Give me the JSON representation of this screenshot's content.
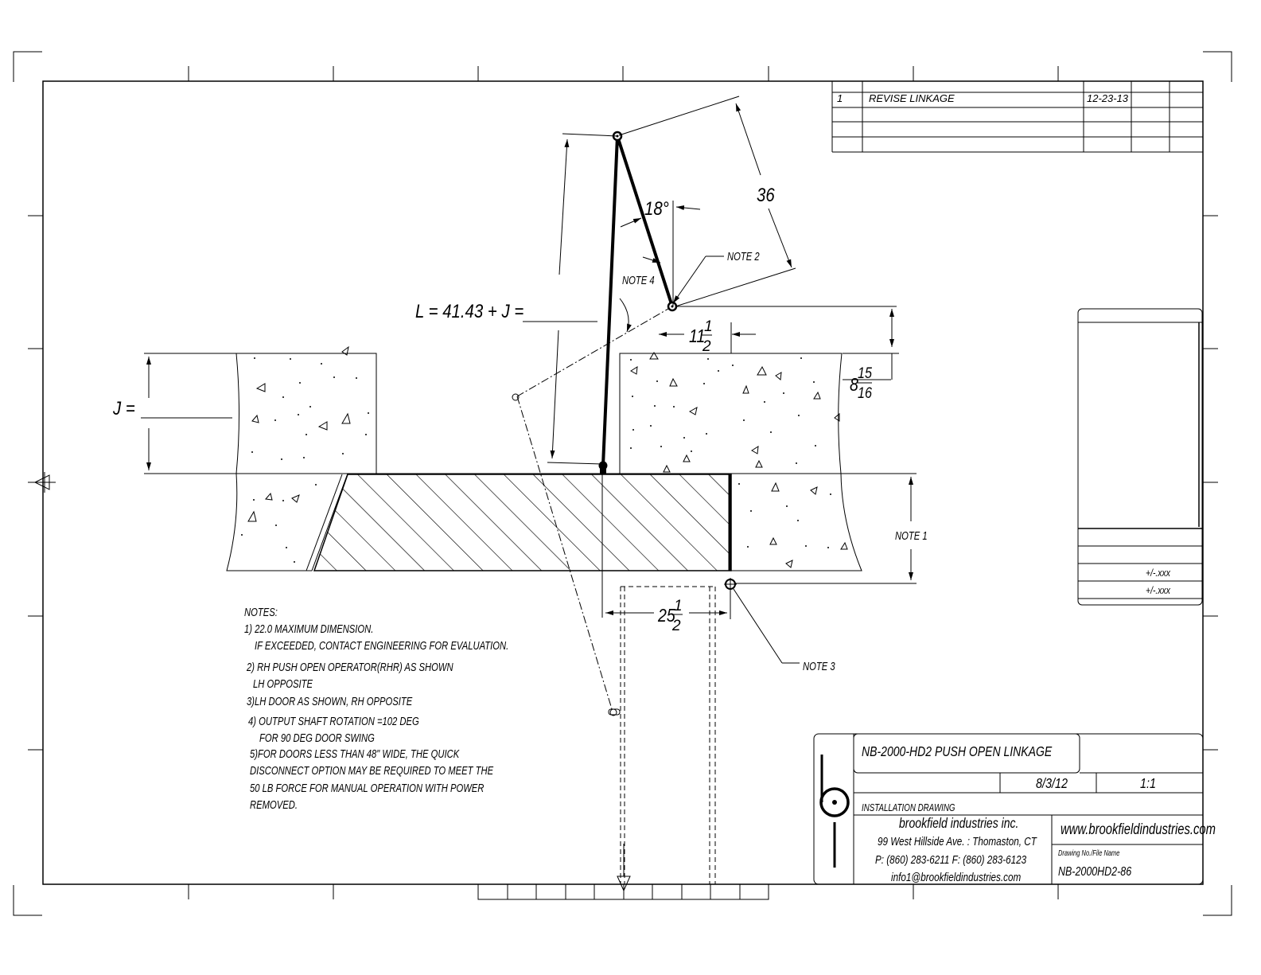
{
  "revision_block": {
    "rows": [
      {
        "rev": "1",
        "description": "REVISE LINKAGE",
        "date": "12-23-13"
      }
    ]
  },
  "dimensions": {
    "angle": "18°",
    "arm_length": "36",
    "link_formula": "L = 41.43 + J =",
    "j_label": "J =",
    "offset_whole": "11",
    "offset_num": "1",
    "offset_den": "2",
    "height_whole": "8",
    "height_num": "15",
    "height_den": "16",
    "width_whole": "25",
    "width_num": "1",
    "width_den": "2"
  },
  "callouts": {
    "note1": "NOTE 1",
    "note2": "NOTE 2",
    "note3": "NOTE 3",
    "note4": "NOTE 4"
  },
  "notes": {
    "heading": "NOTES:",
    "lines": [
      "1)  22.0  MAXIMUM DIMENSION.",
      "IF EXCEEDED, CONTACT  ENGINEERING FOR EVALUATION.",
      "2) RH PUSH OPEN OPERATOR(RHR) AS SHOWN",
      "LH OPPOSITE",
      "3)LH DOOR AS SHOWN, RH OPPOSITE",
      "4) OUTPUT SHAFT ROTATION =102 DEG",
      "FOR 90 DEG DOOR SWING",
      "5)FOR DOORS LESS THAN 48\" WIDE, THE QUICK",
      "DISCONNECT OPTION MAY BE REQUIRED TO MEET THE",
      "50 LB FORCE FOR MANUAL OPERATION WITH POWER",
      "REMOVED."
    ]
  },
  "tolerance_block": {
    "tol1": "+/-.xxx",
    "tol2": "+/-.xxx"
  },
  "title_block": {
    "title": "NB-2000-HD2 PUSH OPEN LINKAGE",
    "date": "8/3/12",
    "scale": "1:1",
    "drawing_type": "INSTALLATION DRAWING",
    "company": "brookfield industries inc.",
    "address": "99 West Hillside Ave. : Thomaston, CT",
    "phone": "P: (860) 283-6211  F: (860) 283-6123",
    "email": "info1@brookfieldindustries.com",
    "website": "www.brookfieldindustries.com",
    "file_label": "Drawing No./File Name",
    "file_name": "NB-2000HD2-86"
  }
}
